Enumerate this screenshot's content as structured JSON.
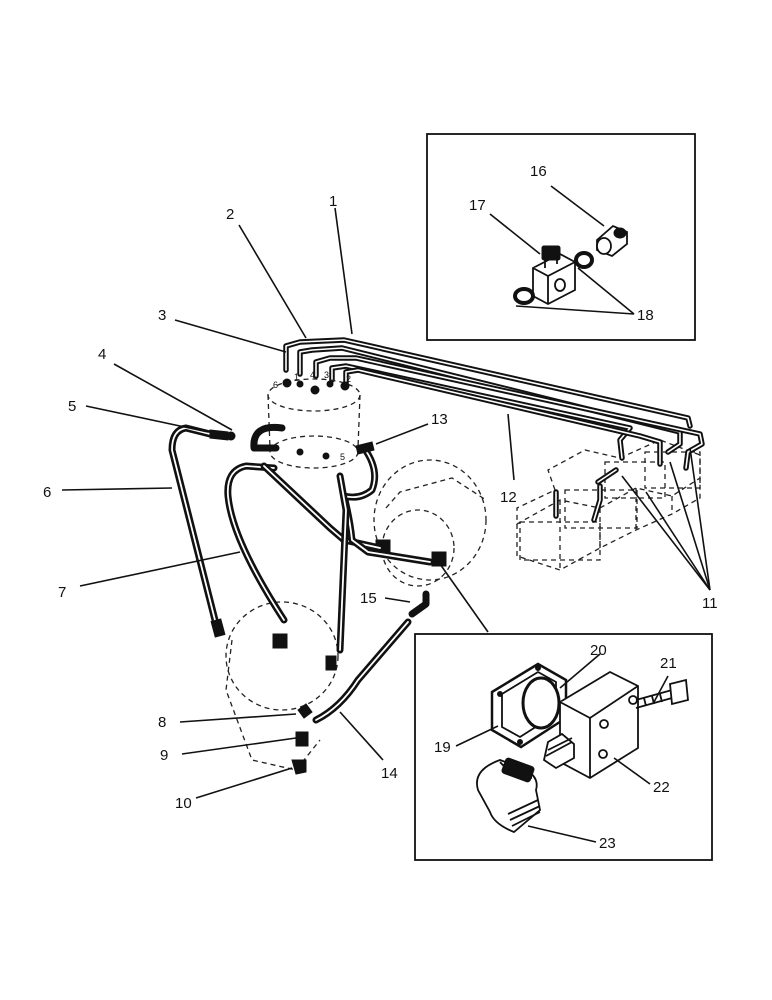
{
  "callouts": {
    "c1": "1",
    "c2": "2",
    "c3": "3",
    "c4": "4",
    "c5": "5",
    "c6": "6",
    "c7": "7",
    "c8": "8",
    "c9": "9",
    "c10": "10",
    "c11": "11",
    "c12": "12",
    "c13": "13",
    "c14": "14",
    "c15": "15",
    "c16": "16",
    "c17": "17",
    "c18": "18",
    "c19": "19",
    "c20": "20",
    "c21": "21",
    "c22": "22",
    "c23": "23"
  },
  "distributor_port_marks": {
    "p6": "6",
    "p1": "1",
    "p4": "4",
    "p3": "3",
    "p2": "2",
    "p5": "5"
  }
}
